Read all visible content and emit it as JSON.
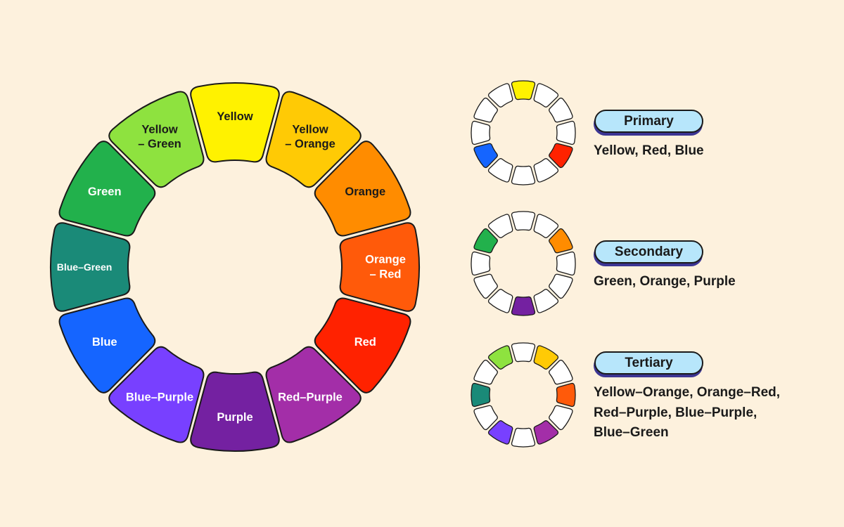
{
  "wheel": {
    "segments": [
      {
        "name": "yellow",
        "label_lines": [
          "Yellow"
        ],
        "color": "#fff200",
        "text_color": "#1a1a1a",
        "label_size": "medium"
      },
      {
        "name": "yellow-orange",
        "label_lines": [
          "Yellow",
          "– Orange"
        ],
        "color": "#ffca05",
        "text_color": "#1a1a1a",
        "label_size": "medium"
      },
      {
        "name": "orange",
        "label_lines": [
          "Orange"
        ],
        "color": "#ff8c00",
        "text_color": "#1a1a1a",
        "label_size": "medium"
      },
      {
        "name": "orange-red",
        "label_lines": [
          "Orange",
          "– Red"
        ],
        "color": "#ff5a0a",
        "text_color": "#ffffff",
        "label_size": "medium"
      },
      {
        "name": "red",
        "label_lines": [
          "Red"
        ],
        "color": "#ff2200",
        "text_color": "#ffffff",
        "label_size": "medium"
      },
      {
        "name": "red-purple",
        "label_lines": [
          "Red–Purple"
        ],
        "color": "#a32ea8",
        "text_color": "#ffffff",
        "label_size": "medium"
      },
      {
        "name": "purple",
        "label_lines": [
          "Purple"
        ],
        "color": "#7421a1",
        "text_color": "#ffffff",
        "label_size": "medium"
      },
      {
        "name": "blue-purple",
        "label_lines": [
          "Blue–Purple"
        ],
        "color": "#7840ff",
        "text_color": "#ffffff",
        "label_size": "medium"
      },
      {
        "name": "blue",
        "label_lines": [
          "Blue"
        ],
        "color": "#1565ff",
        "text_color": "#ffffff",
        "label_size": "medium"
      },
      {
        "name": "blue-green",
        "label_lines": [
          "Blue–Green"
        ],
        "color": "#1a8a78",
        "text_color": "#ffffff",
        "label_size": "small"
      },
      {
        "name": "green",
        "label_lines": [
          "Green"
        ],
        "color": "#22b14c",
        "text_color": "#ffffff",
        "label_size": "medium"
      },
      {
        "name": "yellow-green",
        "label_lines": [
          "Yellow",
          "– Green"
        ],
        "color": "#8ee23f",
        "text_color": "#1a1a1a",
        "label_size": "medium"
      }
    ]
  },
  "groups": {
    "primary": {
      "title": "Primary",
      "description": "Yellow, Red, Blue",
      "highlighted": [
        "yellow",
        "red",
        "blue"
      ]
    },
    "secondary": {
      "title": "Secondary",
      "description": "Green, Orange, Purple",
      "highlighted": [
        "orange",
        "purple",
        "green"
      ]
    },
    "tertiary": {
      "title": "Tertiary",
      "description_lines": [
        "Yellow–Orange, Orange–Red,",
        "Red–Purple, Blue–Purple,",
        "Blue–Green"
      ],
      "highlighted": [
        "yellow-orange",
        "orange-red",
        "red-purple",
        "blue-purple",
        "blue-green",
        "yellow-green"
      ]
    }
  },
  "colors": {
    "background": "#fdf1dd",
    "outline": "#1a1a1a",
    "inactive_segment": "#ffffff",
    "pill_fill": "#b7e6fb",
    "pill_shadow": "#3c3593"
  }
}
